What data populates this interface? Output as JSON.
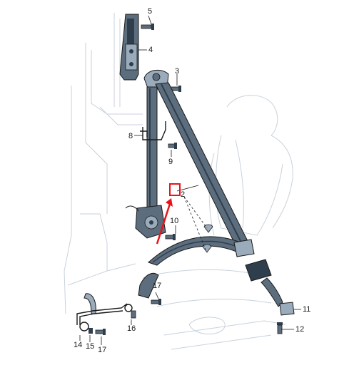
{
  "diagram": {
    "colors": {
      "line": "#1a1a1a",
      "ghost": "#c8d2dc",
      "belt_dark": "#2f3e4d",
      "belt_mid": "#5c6d7e",
      "belt_light": "#9aabbb",
      "highlight": "#e8141b"
    },
    "callouts": {
      "c2": "2",
      "c3": "3",
      "c4": "4",
      "c5": "5",
      "c8": "8",
      "c9": "9",
      "c10": "10",
      "c11": "11",
      "c12": "12",
      "c14": "14",
      "c15": "15",
      "c16": "16",
      "c17a": "17",
      "c17b": "17"
    }
  }
}
